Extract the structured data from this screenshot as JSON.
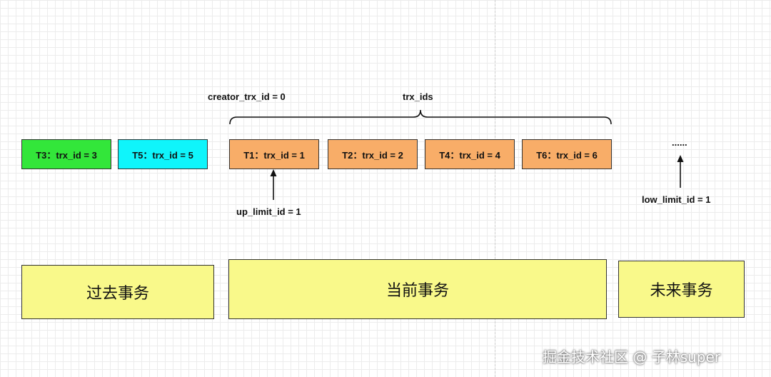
{
  "transactions": {
    "t3": "T3：trx_id = 3",
    "t5": "T5：trx_id = 5",
    "t1": "T1：trx_id = 1",
    "t2": "T2：trx_id = 2",
    "t4": "T4：trx_id = 4",
    "t6": "T6：trx_id = 6"
  },
  "labels": {
    "creator": "creator_trx_id = 0",
    "trx_ids": "trx_ids",
    "up_limit": "up_limit_id = 1",
    "low_limit": "low_limit_id = 1",
    "ellipsis": "......"
  },
  "regions": {
    "past": "过去事务",
    "current": "当前事务",
    "future": "未来事务"
  },
  "watermark": "掘金技术社区 @ 子林super",
  "colors": {
    "green": "#33e63a",
    "cyan": "#0ff5fb",
    "orange": "#f8ad68",
    "yellow": "#f9f98a"
  }
}
